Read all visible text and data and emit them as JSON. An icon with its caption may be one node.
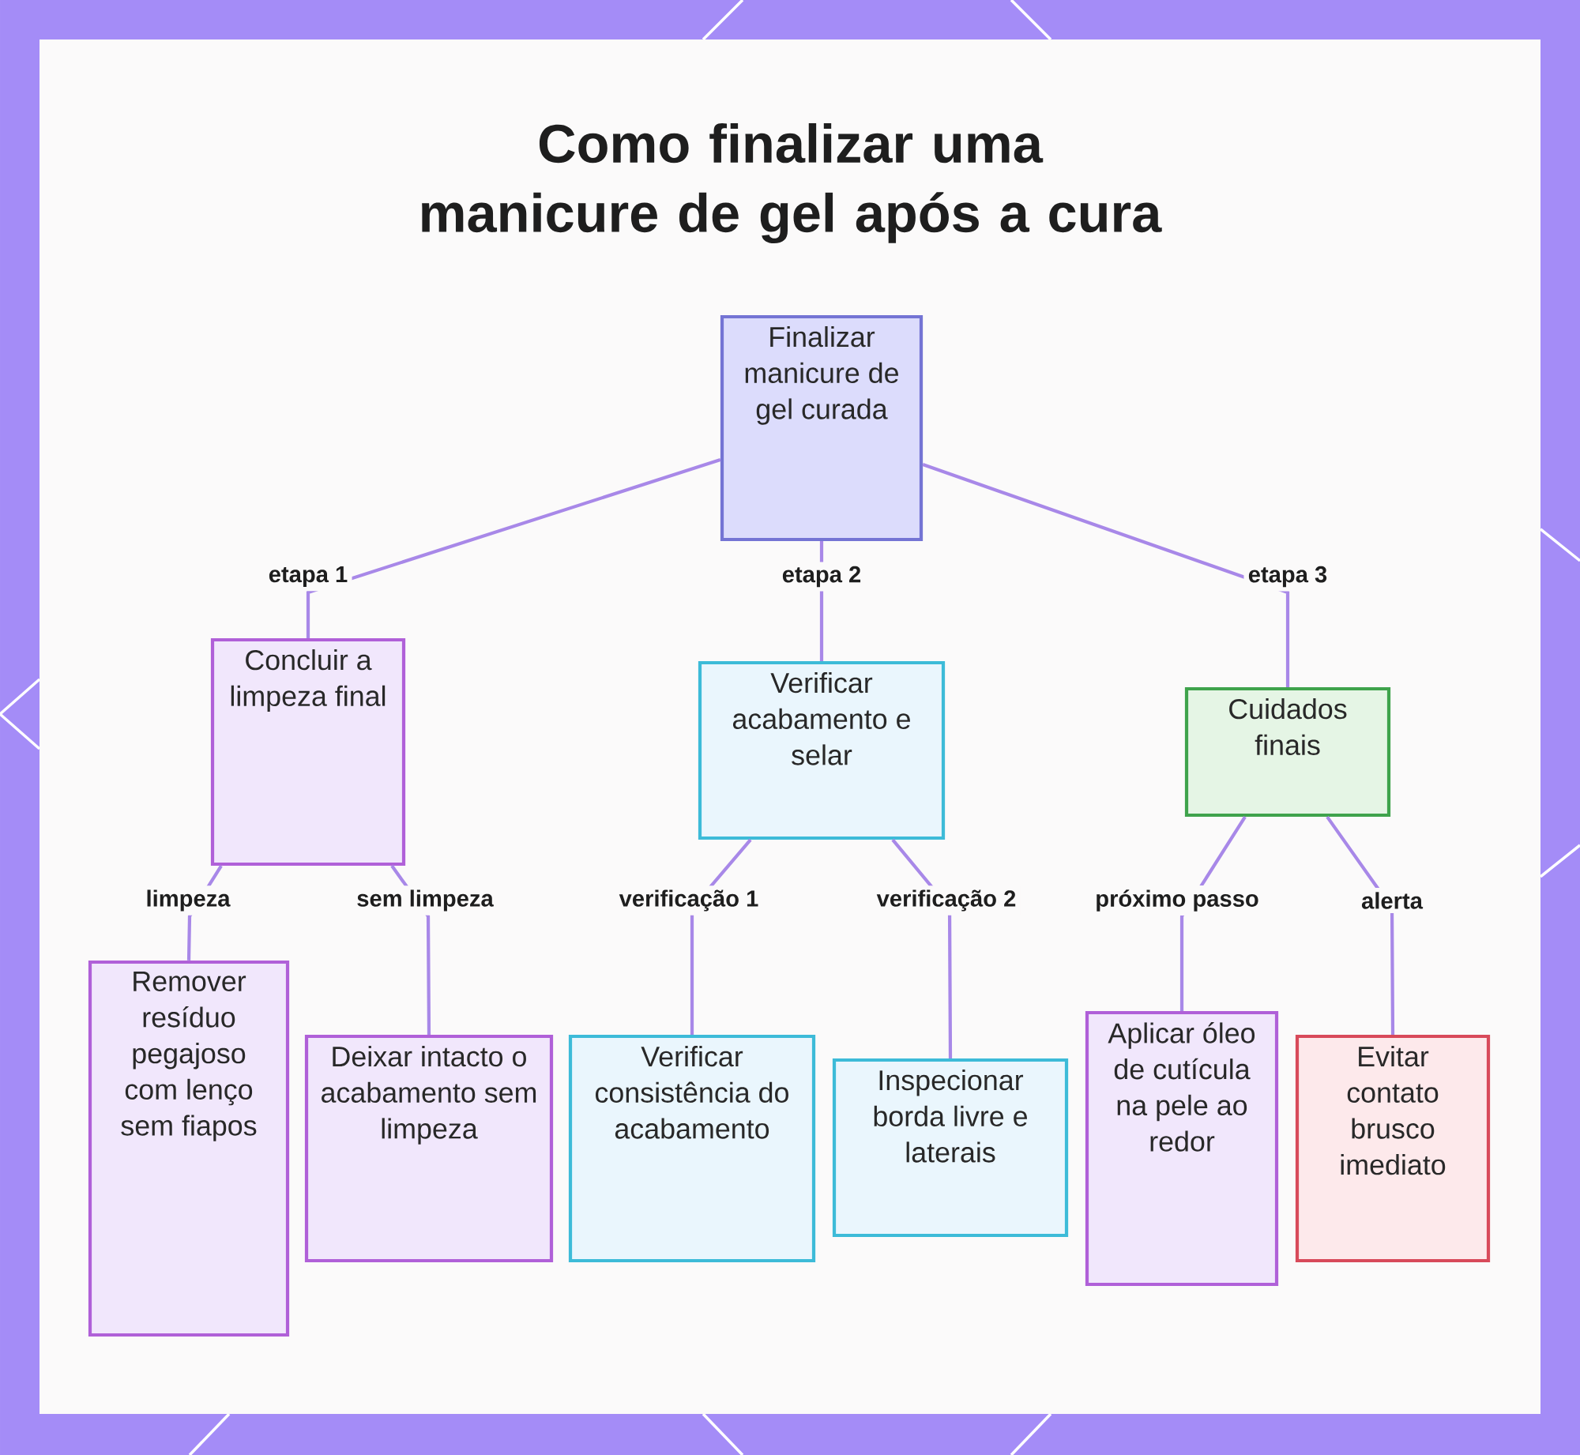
{
  "diagram": {
    "title": "Como finalizar uma manicure de gel após a cura",
    "nodes": [
      {
        "text": [
          "Finalizar manicure de gel curada"
        ]
      },
      {
        "text": [
          "Concluir a limpeza final"
        ]
      },
      {
        "text": [
          "Verificar acabamento e selar"
        ]
      },
      {
        "text": [
          "Cuidados finais"
        ]
      },
      {
        "text": [
          "Remover resíduo pegajoso com lenço sem fiapos"
        ]
      },
      {
        "text": [
          "Deixar intacto o acabamento sem limpeza"
        ]
      },
      {
        "text": [
          "Verificar consistência do acabamento"
        ]
      },
      {
        "text": [
          "Inspecionar borda livre e laterais"
        ]
      },
      {
        "text": [
          "Aplicar óleo de cutícula na pele ao redor"
        ]
      },
      {
        "text": [
          "Evitar contato brusco imediato"
        ]
      }
    ],
    "edges": [
      {
        "from": 0,
        "to": 1,
        "arrow": "none",
        "label": "etapa 1"
      },
      {
        "from": 0,
        "to": 2,
        "arrow": "none",
        "label": "etapa 2"
      },
      {
        "from": 0,
        "to": 3,
        "arrow": "none",
        "label": "etapa 3"
      },
      {
        "from": 1,
        "to": 4,
        "arrow": "none",
        "label": "limpeza"
      },
      {
        "from": 1,
        "to": 5,
        "arrow": "none",
        "label": "sem limpeza"
      },
      {
        "from": 2,
        "to": 6,
        "arrow": "none",
        "label": "verificação 1"
      },
      {
        "from": 2,
        "to": 7,
        "arrow": "none",
        "label": "verificação 2"
      },
      {
        "from": 3,
        "to": 8,
        "arrow": "none",
        "label": "próximo passo"
      },
      {
        "from": 3,
        "to": 9,
        "arrow": "none",
        "label": "alerta"
      }
    ]
  }
}
